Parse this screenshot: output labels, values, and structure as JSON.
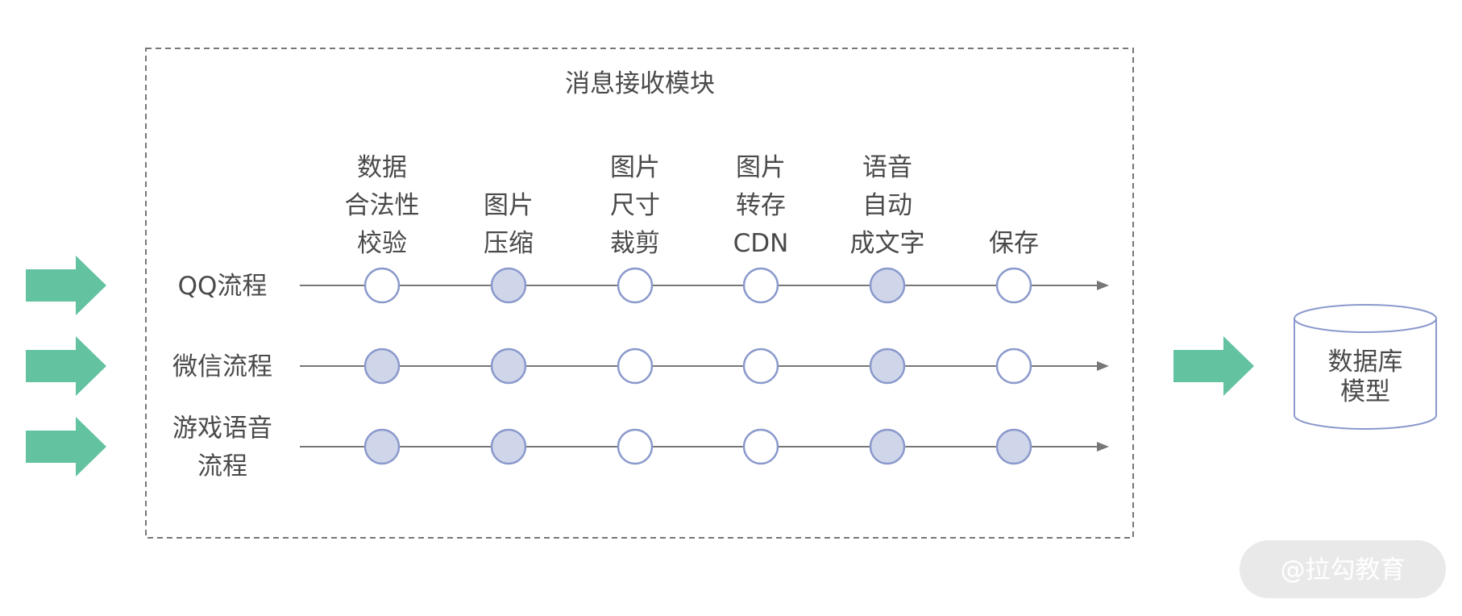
{
  "module_title": "消息接收模块",
  "steps": [
    {
      "label_lines": [
        "数据",
        "合法性",
        "校验"
      ]
    },
    {
      "label_lines": [
        "图片",
        "压缩"
      ]
    },
    {
      "label_lines": [
        "图片",
        "尺寸",
        "裁剪"
      ]
    },
    {
      "label_lines": [
        "图片",
        "转存",
        "CDN"
      ]
    },
    {
      "label_lines": [
        "语音",
        "自动",
        "成文字"
      ]
    },
    {
      "label_lines": [
        "保存"
      ]
    }
  ],
  "flows": [
    {
      "label_lines": [
        "QQ流程"
      ],
      "nodes_filled": [
        false,
        true,
        false,
        false,
        true,
        false
      ]
    },
    {
      "label_lines": [
        "微信流程"
      ],
      "nodes_filled": [
        true,
        true,
        false,
        false,
        true,
        false
      ]
    },
    {
      "label_lines": [
        "游戏语音",
        "流程"
      ],
      "nodes_filled": [
        true,
        true,
        false,
        false,
        true,
        true
      ]
    }
  ],
  "database": {
    "label_lines": [
      "数据库",
      "模型"
    ]
  },
  "watermark": "@拉勾教育",
  "colors": {
    "arrow_green": "#63c3a0",
    "node_filled": "#d0d6ea",
    "node_empty": "#ffffff",
    "node_stroke": "#8a99cc",
    "line": "#777777",
    "border_dashed": "#777777",
    "db_stroke": "#8a99cc",
    "text": "#4a4a4a",
    "watermark_bg": "#e9e9e9"
  }
}
